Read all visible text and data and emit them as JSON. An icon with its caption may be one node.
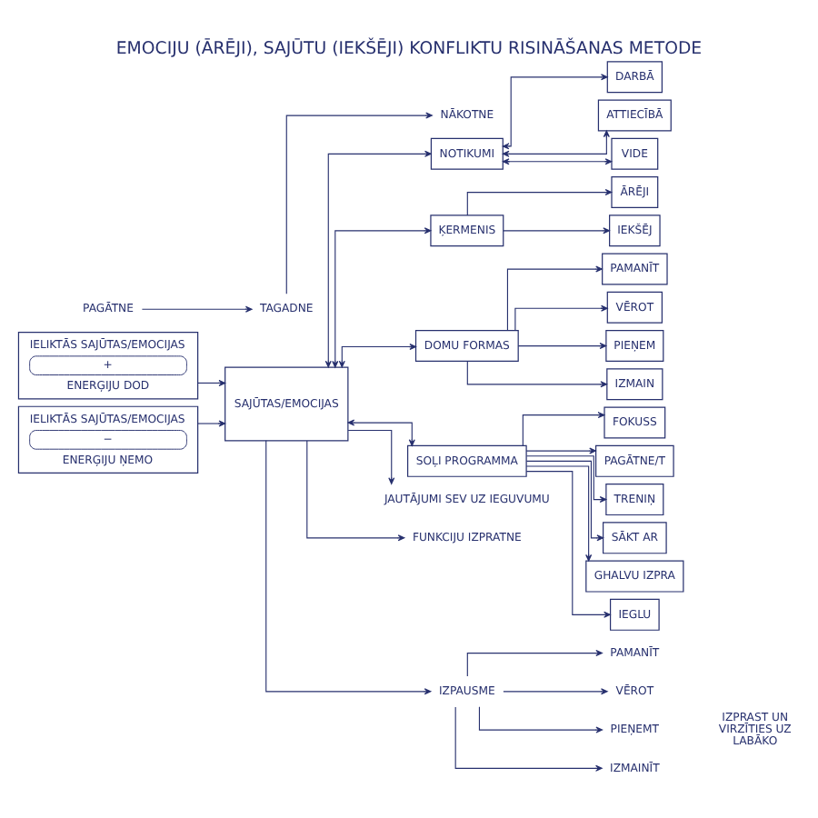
{
  "diagram": {
    "title": "EMOCIJU (ĀRĒJI), SAJŪTU (IEKŠĒJI) KONFLIKTU RISINĀŠANAS METODE",
    "nodes": [
      {
        "text": [
          "PAGĀTNE"
        ]
      },
      {
        "text": [
          "TAGADNE"
        ]
      },
      {
        "text": [
          "NĀKOTNE"
        ]
      },
      {
        "text": [
          "IELIKTĀS SAJŪTAS/EMOCIJAS",
          "+",
          "ENERĢIJU DOD"
        ]
      },
      {
        "text": [
          "IELIKTĀS SAJŪTAS/EMOCIJAS",
          "−",
          "ENERĢIJU ŅEMO"
        ]
      },
      {
        "text": [
          "SAJŪTAS/EMOCIJAS"
        ]
      },
      {
        "text": [
          "NOTIKUMI"
        ]
      },
      {
        "text": [
          "DARBĀ"
        ]
      },
      {
        "text": [
          "ATTIECĪBĀ"
        ]
      },
      {
        "text": [
          "VIDE"
        ]
      },
      {
        "text": [
          "ĶERMENIS"
        ]
      },
      {
        "text": [
          "ĀRĒJI"
        ]
      },
      {
        "text": [
          "IEKŠĒJ"
        ]
      },
      {
        "text": [
          "DOMU FORMAS"
        ]
      },
      {
        "text": [
          "PAMANĪT"
        ]
      },
      {
        "text": [
          "VĒROT"
        ]
      },
      {
        "text": [
          "PIEŅEM"
        ]
      },
      {
        "text": [
          "IZMAIN"
        ]
      },
      {
        "text": [
          "SOĻI PROGRAMMA"
        ]
      },
      {
        "text": [
          "FOKUSS"
        ]
      },
      {
        "text": [
          "PAGĀTNE/T"
        ]
      },
      {
        "text": [
          "TRENIŅ"
        ]
      },
      {
        "text": [
          "SĀKT AR"
        ]
      },
      {
        "text": [
          "GHALVU IZPRA"
        ]
      },
      {
        "text": [
          "IEGLU"
        ]
      },
      {
        "text": [
          "JAUTĀJUMI SEV UZ IEGUVUMU"
        ]
      },
      {
        "text": [
          "FUNKCIJU IZPRATNE"
        ]
      },
      {
        "text": [
          "IZPAUSME"
        ]
      },
      {
        "text": [
          "PAMANĪT"
        ]
      },
      {
        "text": [
          "VĒROT"
        ]
      },
      {
        "text": [
          "PIEŅEMT"
        ]
      },
      {
        "text": [
          "IZMAINĪT"
        ]
      }
    ],
    "edges": [
      {
        "from": 0,
        "to": 1,
        "arrow": "to"
      },
      {
        "from": 1,
        "to": 2,
        "arrow": "to"
      },
      {
        "from": 3,
        "to": 5,
        "arrow": "to"
      },
      {
        "from": 4,
        "to": 5,
        "arrow": "to"
      },
      {
        "from": 5,
        "to": 6,
        "arrow": "both"
      },
      {
        "from": 5,
        "to": 10,
        "arrow": "both"
      },
      {
        "from": 5,
        "to": 13,
        "arrow": "both"
      },
      {
        "from": 5,
        "to": 18,
        "arrow": "both"
      },
      {
        "from": 6,
        "to": 7,
        "arrow": "both"
      },
      {
        "from": 6,
        "to": 8,
        "arrow": "both"
      },
      {
        "from": 6,
        "to": 9,
        "arrow": "both"
      },
      {
        "from": 10,
        "to": 11,
        "arrow": "to"
      },
      {
        "from": 10,
        "to": 12,
        "arrow": "to"
      },
      {
        "from": 13,
        "to": 14,
        "arrow": "to"
      },
      {
        "from": 13,
        "to": 15,
        "arrow": "to"
      },
      {
        "from": 13,
        "to": 16,
        "arrow": "to"
      },
      {
        "from": 13,
        "to": 17,
        "arrow": "to"
      },
      {
        "from": 18,
        "to": 19,
        "arrow": "to"
      },
      {
        "from": 18,
        "to": 20,
        "arrow": "to"
      },
      {
        "from": 18,
        "to": 21,
        "arrow": "to"
      },
      {
        "from": 18,
        "to": 22,
        "arrow": "to"
      },
      {
        "from": 18,
        "to": 23,
        "arrow": "to"
      },
      {
        "from": 18,
        "to": 24,
        "arrow": "to"
      },
      {
        "from": 5,
        "to": 25,
        "arrow": "to"
      },
      {
        "from": 5,
        "to": 26,
        "arrow": "to"
      },
      {
        "from": 5,
        "to": 27,
        "arrow": "to"
      },
      {
        "from": 27,
        "to": 28,
        "arrow": "to"
      },
      {
        "from": 27,
        "to": 29,
        "arrow": "to"
      },
      {
        "from": 27,
        "to": 30,
        "arrow": "to"
      },
      {
        "from": 27,
        "to": 31,
        "arrow": "to"
      }
    ],
    "labels": [
      "IZPRAST UN VIRZĪTIES UZ LABĀKO"
    ]
  }
}
